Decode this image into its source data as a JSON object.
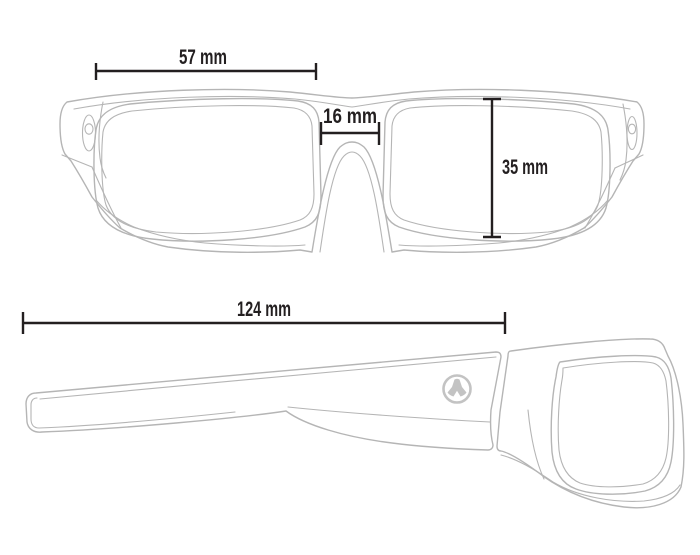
{
  "measurements": {
    "lens_width": "57 mm",
    "bridge_width": "16 mm",
    "lens_height": "35 mm",
    "temple_length": "124 mm"
  },
  "colors": {
    "background": "#ffffff",
    "drawing_outline": "#b5b5b5",
    "dimension_ink": "#231f20",
    "logo_gray": "#c3c3c3"
  },
  "icons": {
    "magpul_logo": "magpul-logo-icon",
    "temple_badge_left": "temple-badge-icon",
    "temple_badge_right": "temple-badge-icon"
  }
}
